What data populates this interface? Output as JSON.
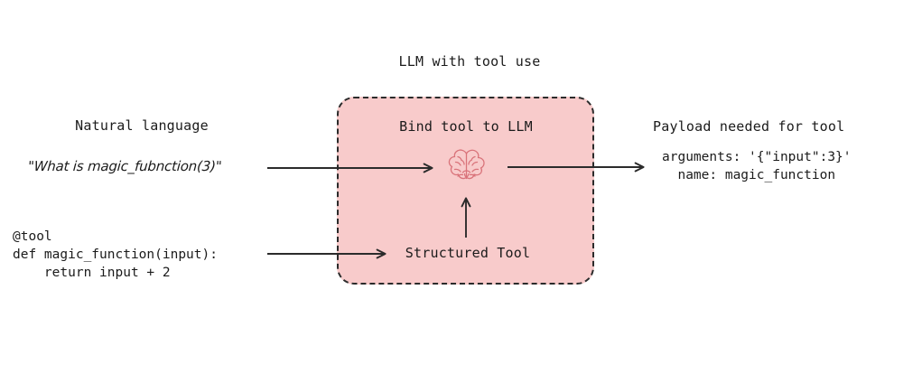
{
  "diagram": {
    "title": "LLM with tool use",
    "background_color": "#ffffff",
    "stroke_color": "#2b2b2b"
  },
  "left": {
    "heading": "Natural language",
    "quote": "\"What is magic_fubnction(3)\"",
    "code": "@tool\ndef magic_function(input):\n    return input + 2"
  },
  "llm_box": {
    "heading": "Bind tool to LLM",
    "fill_color": "#f8cbcb",
    "border_style": "dashed",
    "border_color": "#2b2b2b",
    "tool_label": "Structured Tool",
    "icon": "brain-icon",
    "icon_color": "#d9737a"
  },
  "right": {
    "heading": "Payload needed for tool",
    "body": "arguments: '{\"input\":3}'\n  name: magic_function"
  },
  "arrows": [
    {
      "name": "arrow-query-to-llm",
      "from": "natural-language-quote",
      "to": "brain-icon",
      "direction": "right"
    },
    {
      "name": "arrow-tool-to-structured-tool",
      "from": "tool-code-block",
      "to": "structured-tool-label",
      "direction": "right"
    },
    {
      "name": "arrow-structured-tool-to-brain",
      "from": "structured-tool-label",
      "to": "brain-icon",
      "direction": "up"
    },
    {
      "name": "arrow-llm-to-payload",
      "from": "brain-icon",
      "to": "payload-heading",
      "direction": "right"
    }
  ]
}
